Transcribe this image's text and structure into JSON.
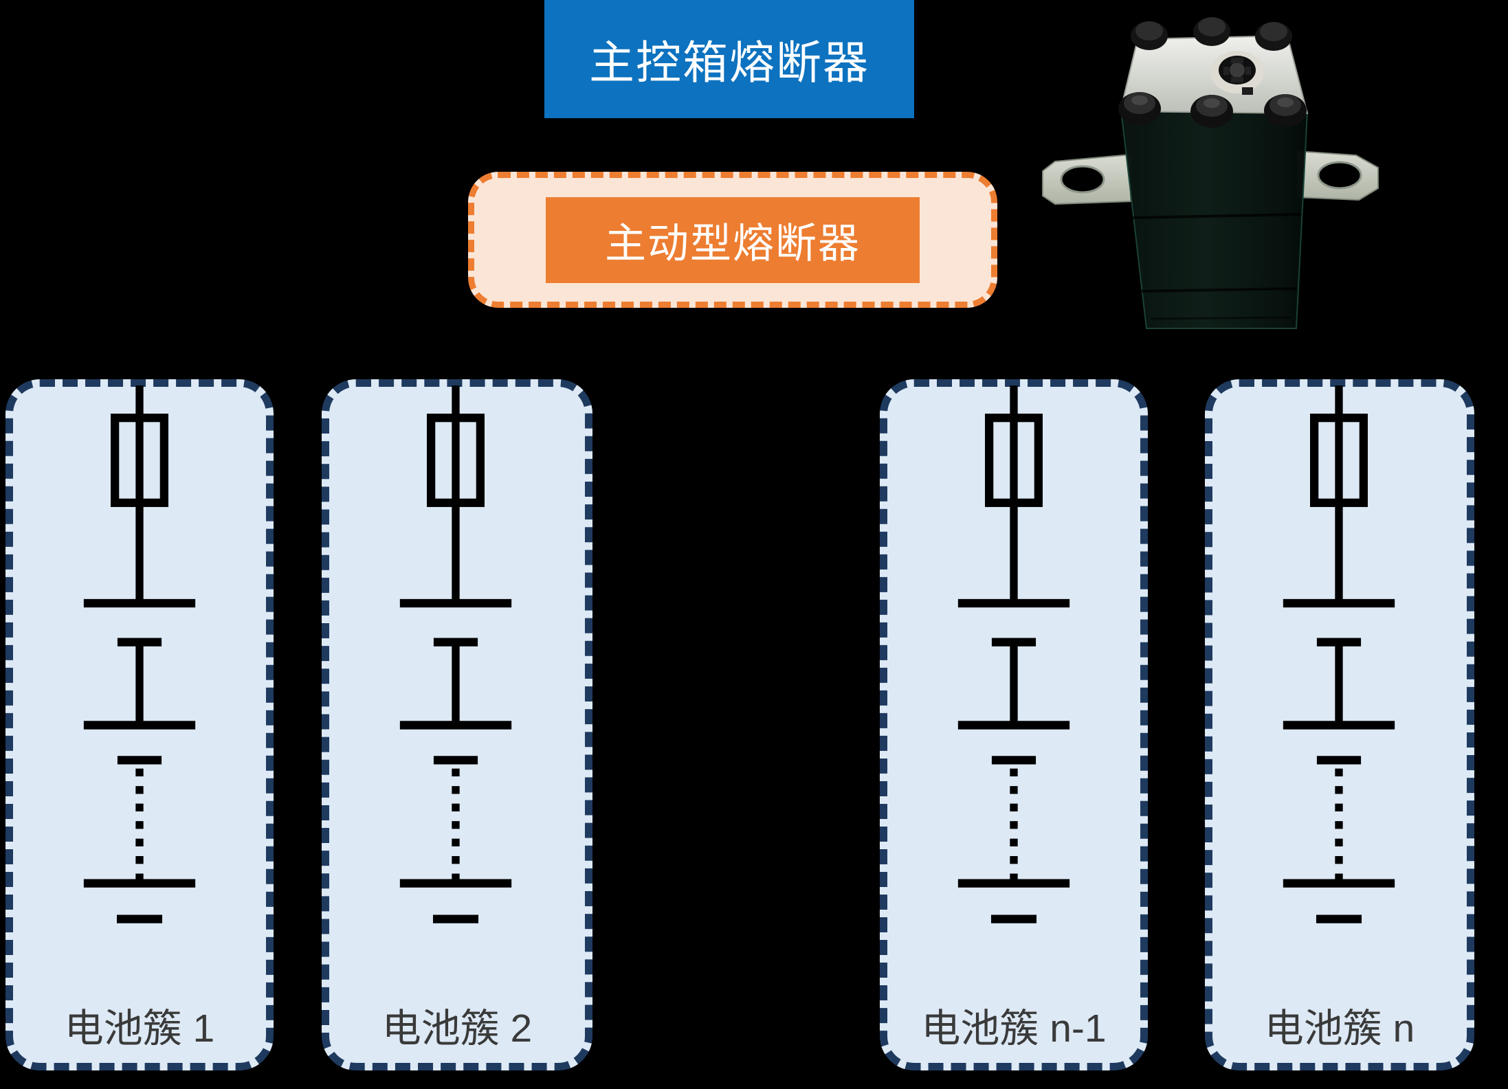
{
  "header": {
    "label": "主控箱熔断器",
    "bg_color": "#0d72bf",
    "text_color": "#ffffff"
  },
  "active_fuse": {
    "label": "主动型熔断器",
    "inner_bg_color": "#ed7d31",
    "outer_bg_color": "#fbe5d6",
    "border_color": "#ed7d31",
    "border_style": "dashed",
    "text_color": "#ffffff"
  },
  "product_photo": {
    "icon": "fuse-product-photo",
    "description_colors": {
      "body": "#0b1712",
      "top_plate": "#d9dad4",
      "terminal_tabs": "#c9cec2"
    }
  },
  "clusters": {
    "fill_color": "#dde9f5",
    "border_color": "#1f3a5f",
    "border_style": "dashed",
    "circuit_color": "#000000",
    "label_color": "#3a3a3a",
    "circuit_symbols": [
      "fuse",
      "battery-cell",
      "battery-cell",
      "dotted-continuation",
      "battery-cell"
    ],
    "items": [
      {
        "label": "电池簇 1"
      },
      {
        "label": "电池簇 2"
      },
      {
        "label": "电池簇 n-1"
      },
      {
        "label": "电池簇 n"
      }
    ]
  }
}
